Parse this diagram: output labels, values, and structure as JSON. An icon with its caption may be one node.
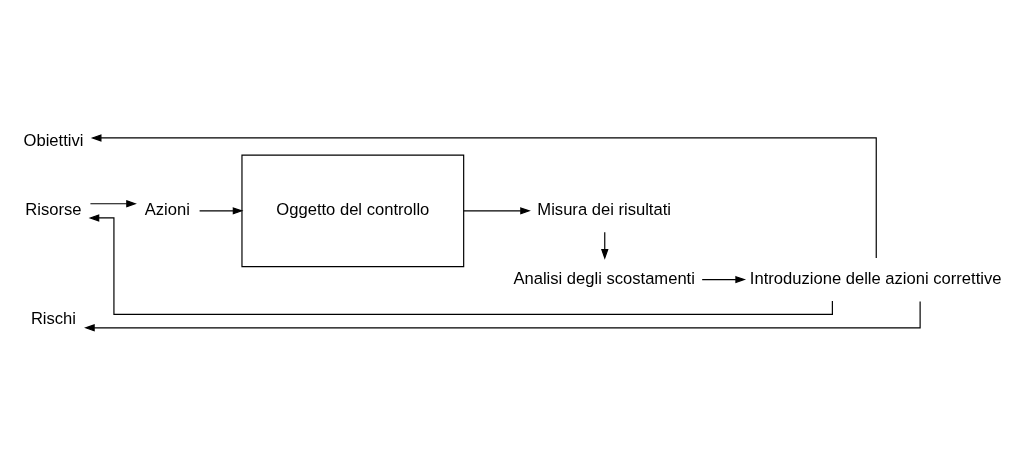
{
  "diagram": {
    "nodes": [
      {
        "text": [
          "Obiettivi"
        ]
      },
      {
        "text": [
          "Risorse"
        ]
      },
      {
        "text": [
          "Rischi"
        ]
      },
      {
        "text": [
          "Azioni"
        ]
      },
      {
        "text": [
          "Oggetto del controllo"
        ]
      },
      {
        "text": [
          "Misura dei risultati"
        ]
      },
      {
        "text": [
          "Analisi degli scostamenti"
        ]
      },
      {
        "text": [
          "Introduzione delle azioni correttive"
        ]
      }
    ],
    "edges": [
      {
        "from": 7,
        "to": 0,
        "arrow": "to"
      },
      {
        "from": 7,
        "to": 1,
        "arrow": "to"
      },
      {
        "from": 7,
        "to": 2,
        "arrow": "to"
      },
      {
        "from": 1,
        "to": 3,
        "arrow": "to"
      },
      {
        "from": 3,
        "to": 4,
        "arrow": "to"
      },
      {
        "from": 4,
        "to": 5,
        "arrow": "to"
      },
      {
        "from": 5,
        "to": 6,
        "arrow": "to"
      },
      {
        "from": 6,
        "to": 7,
        "arrow": "to"
      }
    ]
  }
}
